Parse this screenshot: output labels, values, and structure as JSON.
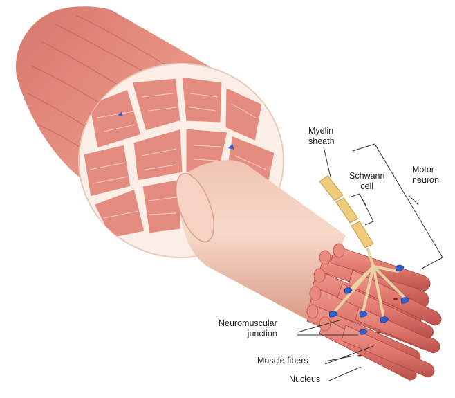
{
  "diagram": {
    "labels": {
      "myelin_sheath": "Myelin\nsheath",
      "schwann_cell": "Schwann\ncell",
      "motor_neuron": "Motor\nneuron",
      "neuromuscular_junction": "Neuromuscular\njunction",
      "muscle_fibers": "Muscle fibers",
      "nucleus": "Nucleus"
    },
    "colors": {
      "muscle_dark": "#c9645c",
      "muscle_mid": "#e58c80",
      "muscle_light": "#f3c9b8",
      "connective_tissue": "#fbeee6",
      "myelin": "#efcb7c",
      "axon": "#e7d3a4",
      "nerve_terminal": "#2f5fcf",
      "leader_line": "#333333"
    }
  }
}
